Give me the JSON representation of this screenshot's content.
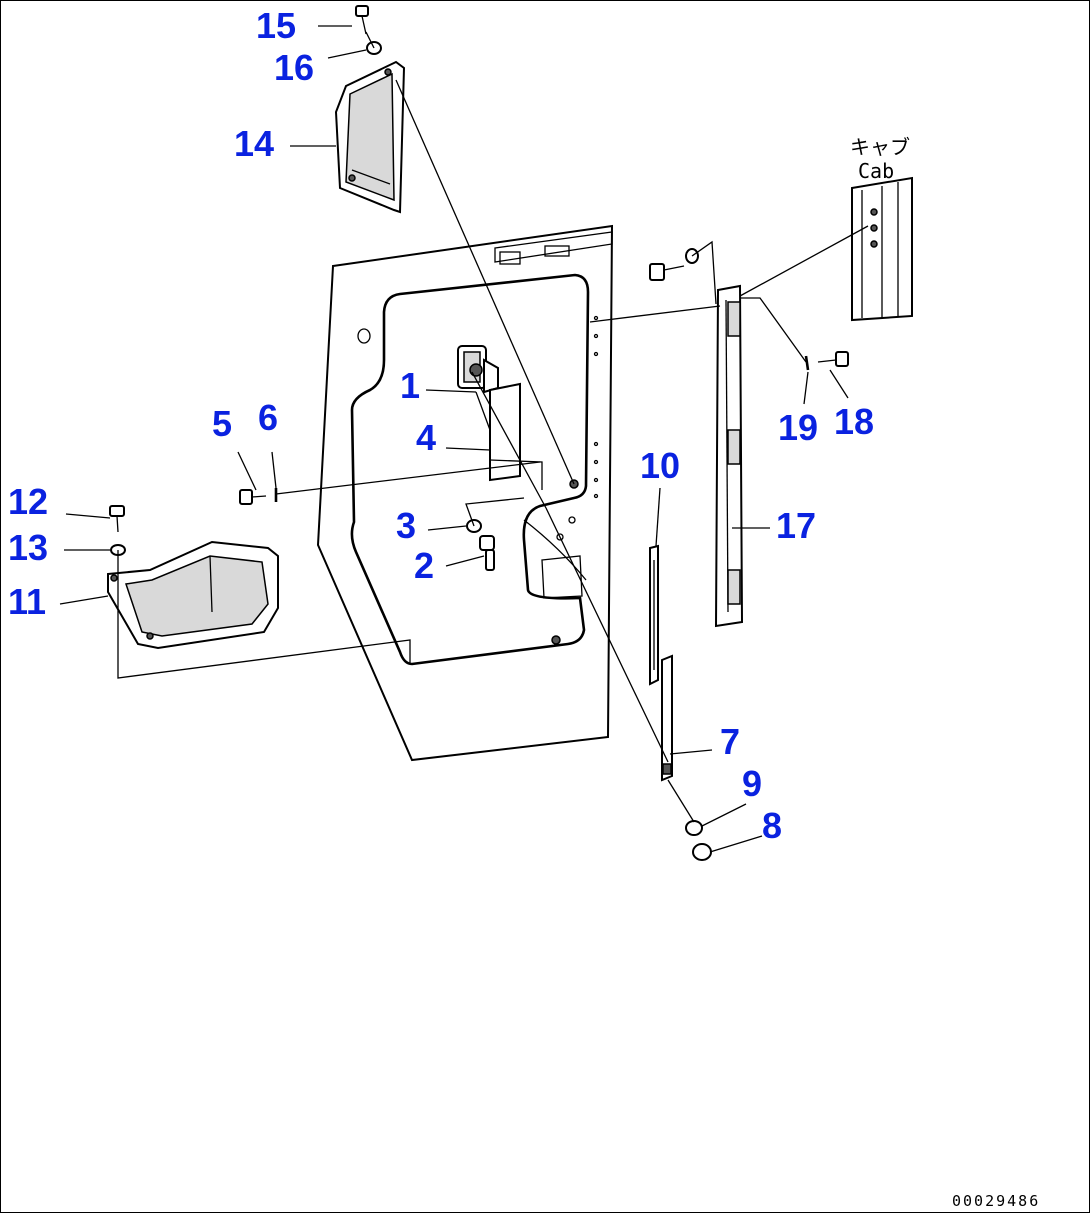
{
  "callouts": {
    "c1": "1",
    "c2": "2",
    "c3": "3",
    "c4": "4",
    "c5": "5",
    "c6": "6",
    "c7": "7",
    "c8": "8",
    "c9": "9",
    "c10": "10",
    "c11": "11",
    "c12": "12",
    "c13": "13",
    "c14": "14",
    "c15": "15",
    "c16": "16",
    "c17": "17",
    "c18": "18",
    "c19": "19"
  },
  "cab_note": {
    "japanese": "キャブ",
    "english": "Cab"
  },
  "reference_number": "00029486",
  "colors": {
    "callout": "#0a22e0",
    "line": "#000000",
    "background": "#ffffff"
  }
}
